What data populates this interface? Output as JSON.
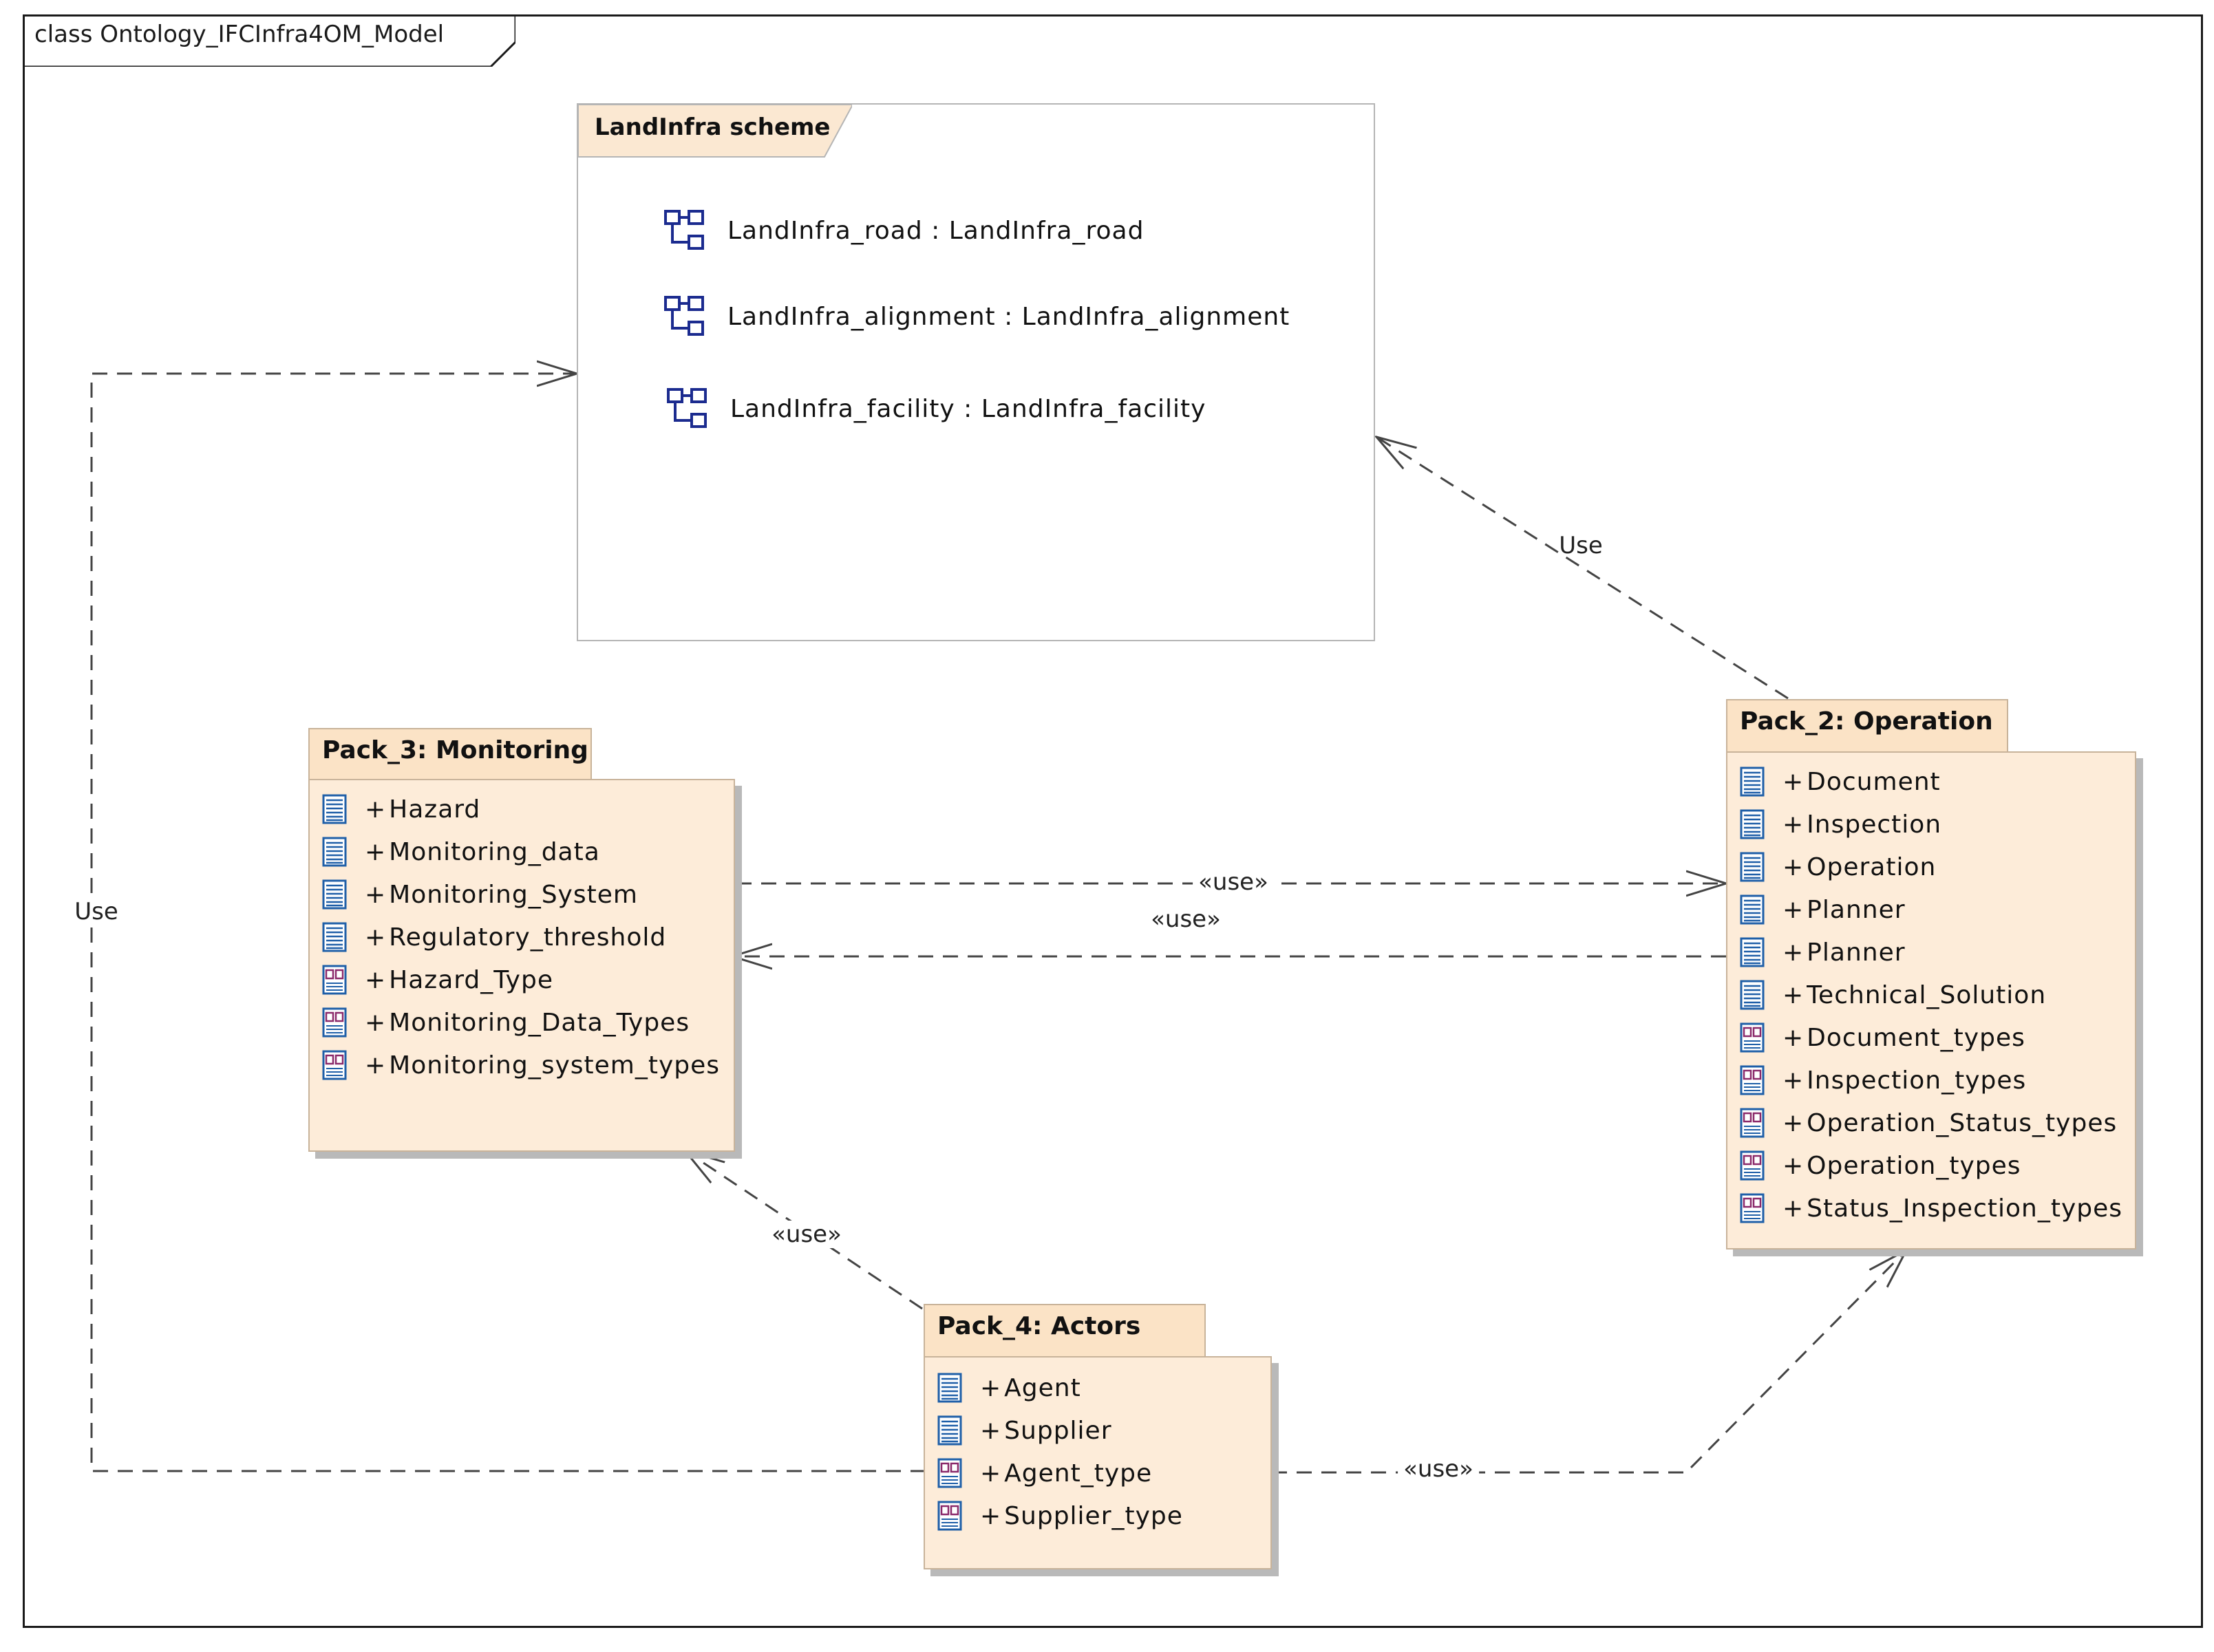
{
  "diagram": {
    "frame_title": "class Ontology_IFCInfra4OM_Model",
    "scheme": {
      "title": "LandInfra scheme",
      "parts": [
        {
          "label": "LandInfra_road : LandInfra_road",
          "icon": "part-icon"
        },
        {
          "label": "LandInfra_alignment : LandInfra_alignment",
          "icon": "part-icon"
        },
        {
          "label": "LandInfra_facility : LandInfra_facility",
          "icon": "part-icon"
        }
      ]
    },
    "packages": {
      "monitoring": {
        "title": "Pack_3: Monitoring",
        "items": [
          {
            "vis": "+",
            "name": "Hazard",
            "kind": "class"
          },
          {
            "vis": "+",
            "name": "Monitoring_data",
            "kind": "class"
          },
          {
            "vis": "+",
            "name": "Monitoring_System",
            "kind": "class"
          },
          {
            "vis": "+",
            "name": "Regulatory_threshold",
            "kind": "class"
          },
          {
            "vis": "+",
            "name": "Hazard_Type",
            "kind": "enumeration"
          },
          {
            "vis": "+",
            "name": "Monitoring_Data_Types",
            "kind": "enumeration"
          },
          {
            "vis": "+",
            "name": "Monitoring_system_types",
            "kind": "enumeration"
          }
        ]
      },
      "operation": {
        "title": "Pack_2: Operation",
        "items": [
          {
            "vis": "+",
            "name": "Document",
            "kind": "class"
          },
          {
            "vis": "+",
            "name": "Inspection",
            "kind": "class"
          },
          {
            "vis": "+",
            "name": "Operation",
            "kind": "class"
          },
          {
            "vis": "+",
            "name": "Planner",
            "kind": "class"
          },
          {
            "vis": "+",
            "name": "Planner",
            "kind": "class"
          },
          {
            "vis": "+",
            "name": "Technical_Solution",
            "kind": "class"
          },
          {
            "vis": "+",
            "name": "Document_types",
            "kind": "enumeration"
          },
          {
            "vis": "+",
            "name": "Inspection_types",
            "kind": "enumeration"
          },
          {
            "vis": "+",
            "name": "Operation_Status_types",
            "kind": "enumeration"
          },
          {
            "vis": "+",
            "name": "Operation_types",
            "kind": "enumeration"
          },
          {
            "vis": "+",
            "name": "Status_Inspection_types",
            "kind": "enumeration"
          }
        ]
      },
      "actors": {
        "title": "Pack_4: Actors",
        "items": [
          {
            "vis": "+",
            "name": "Agent",
            "kind": "class"
          },
          {
            "vis": "+",
            "name": "Supplier",
            "kind": "class"
          },
          {
            "vis": "+",
            "name": "Agent_type",
            "kind": "enumeration"
          },
          {
            "vis": "+",
            "name": "Supplier_type",
            "kind": "enumeration"
          }
        ]
      }
    },
    "links": [
      {
        "from": "Pack_2: Operation",
        "to": "LandInfra scheme",
        "label": "Use"
      },
      {
        "from": "Pack_4: Actors",
        "to": "LandInfra scheme",
        "label": "Use"
      },
      {
        "from": "Pack_3: Monitoring",
        "to": "Pack_2: Operation",
        "label": "«use»"
      },
      {
        "from": "Pack_2: Operation",
        "to": "Pack_3: Monitoring",
        "label": "«use»"
      },
      {
        "from": "Pack_4: Actors",
        "to": "Pack_3: Monitoring",
        "label": "«use»"
      },
      {
        "from": "Pack_4: Actors",
        "to": "Pack_2: Operation",
        "label": "«use»"
      }
    ],
    "colors": {
      "package_fill": "#fdecd9",
      "package_tab": "#fbe3c6",
      "class_icon": "#1f5fa8",
      "enum_icon": "#8b2a6b"
    }
  }
}
